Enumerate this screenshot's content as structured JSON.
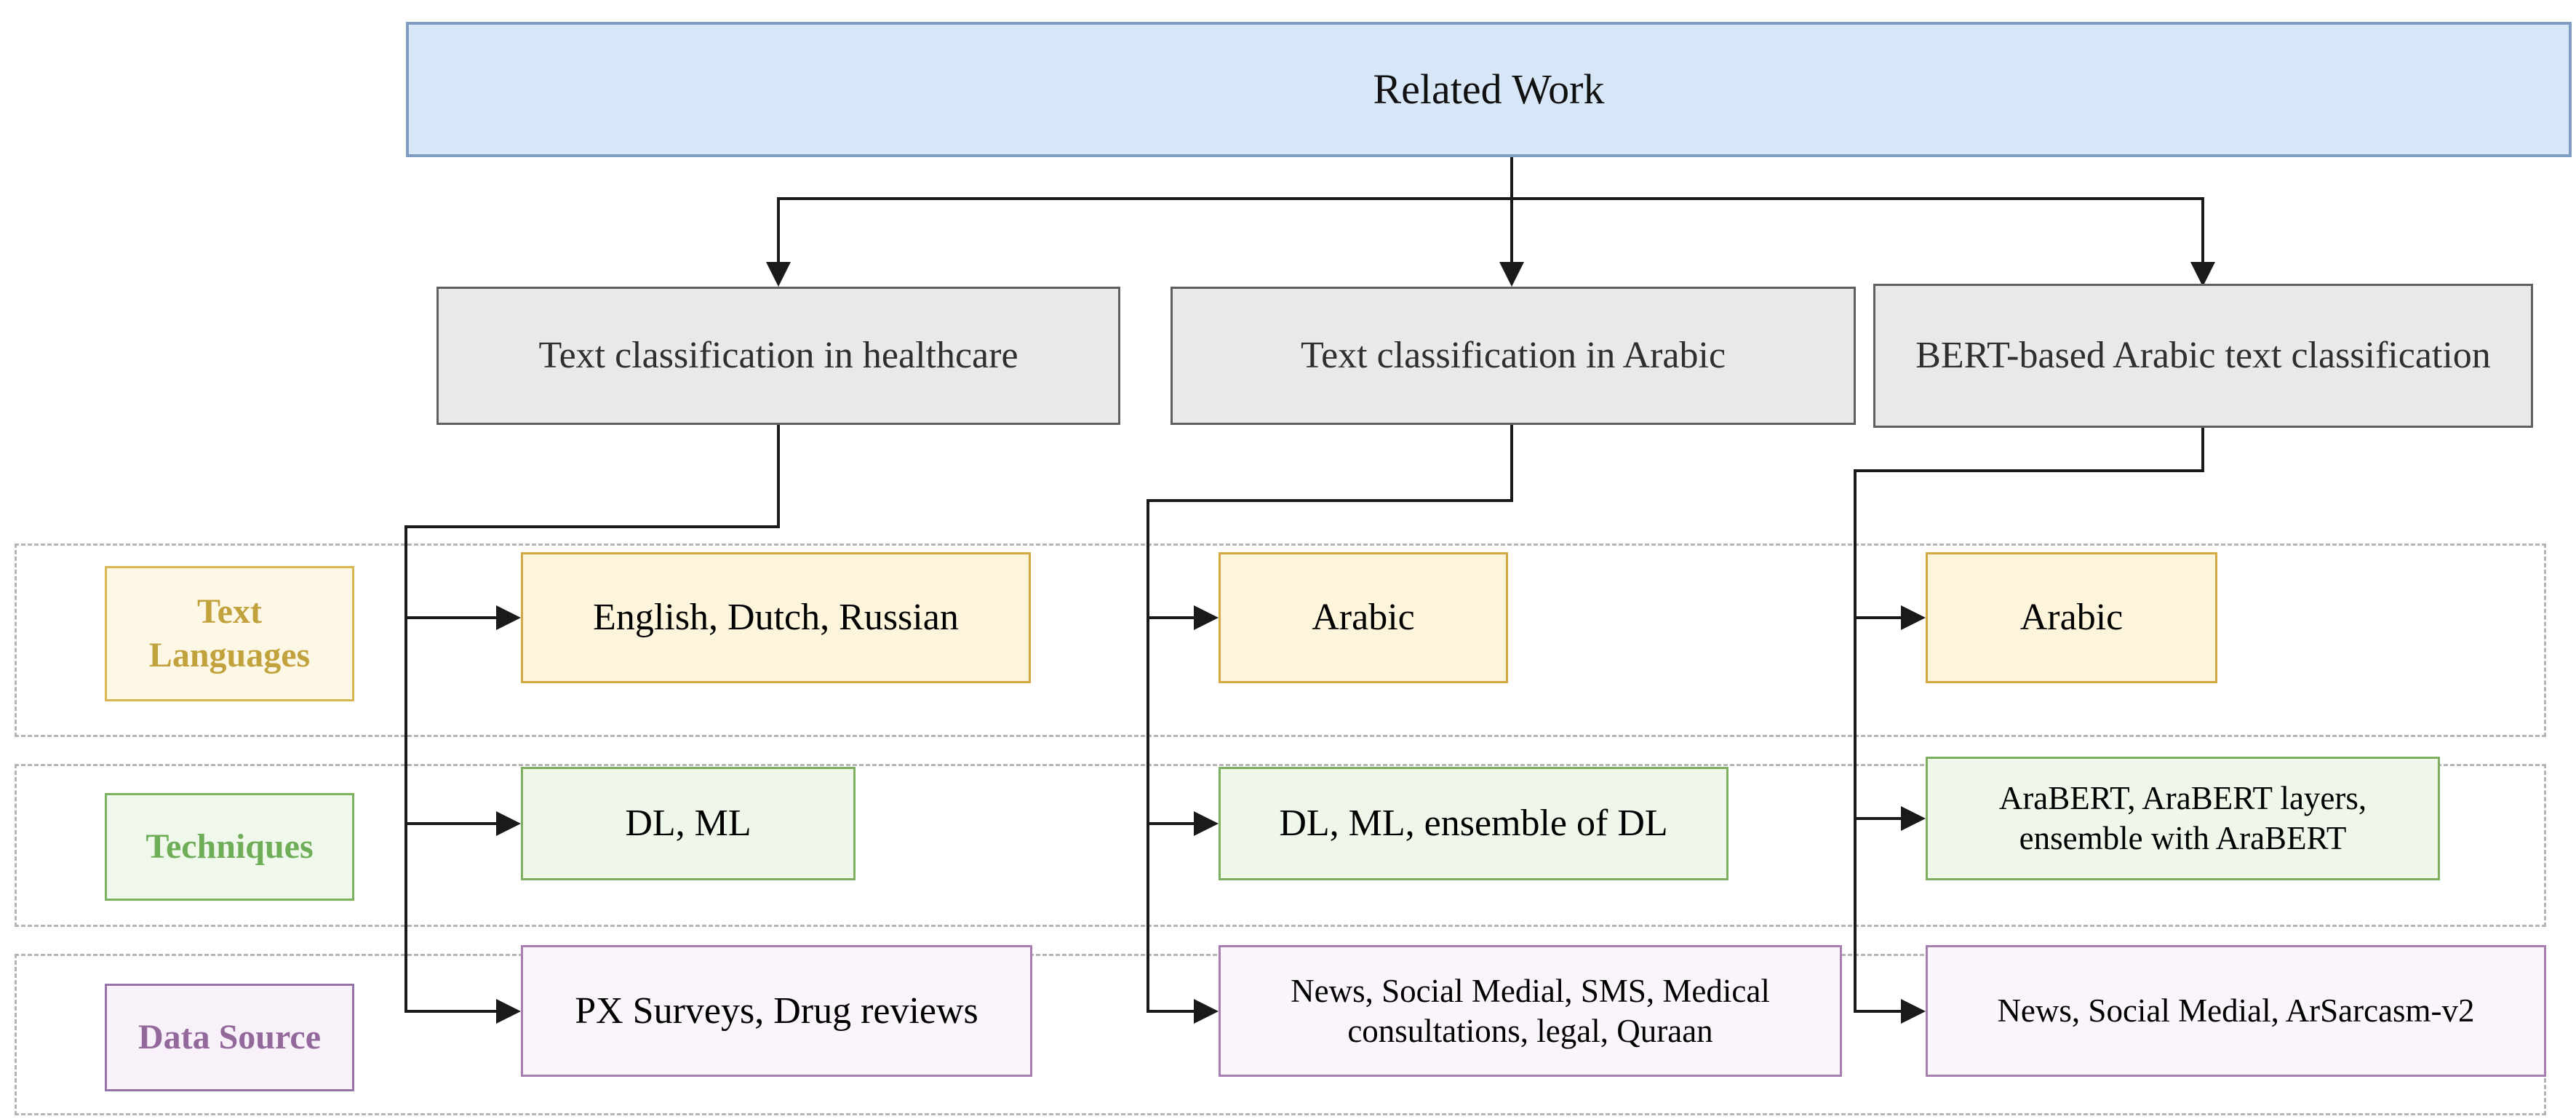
{
  "diagram_title": "Related Work",
  "columns": [
    {
      "title": "Text classification in healthcare",
      "text_languages": "English, Dutch, Russian",
      "techniques": "DL, ML",
      "data_source": "PX Surveys, Drug reviews"
    },
    {
      "title": "Text classification in Arabic",
      "text_languages": "Arabic",
      "techniques": "DL, ML, ensemble of DL",
      "data_source": "News, Social Medial, SMS, Medical consultations, legal, Quraan"
    },
    {
      "title": "BERT-based Arabic text classification",
      "text_languages": "Arabic",
      "techniques": "AraBERT, AraBERT layers, ensemble with AraBERT",
      "data_source": "News, Social Medial, ArSarcasm-v2"
    }
  ],
  "row_labels": [
    {
      "label": "Text Languages"
    },
    {
      "label": "Techniques"
    },
    {
      "label": "Data Source"
    }
  ],
  "colors": {
    "root_fill": "#d8e7f8",
    "root_border": "#7e9dc1",
    "branch_fill": "#e9e9e9",
    "branch_border": "#5f5f5f",
    "languages_fill": "#fcf4db",
    "languages_border": "#d2a942",
    "languages_label_text": "#c2a23d",
    "techniques_fill": "#eef7ea",
    "techniques_border": "#7cb05e",
    "techniques_label_text": "#6fae58",
    "data_source_fill": "#faf4fb",
    "data_source_border": "#a67fb0",
    "data_source_label_text": "#93689b",
    "connector": "#1a1a1a",
    "band_border": "#b5b5b5"
  }
}
